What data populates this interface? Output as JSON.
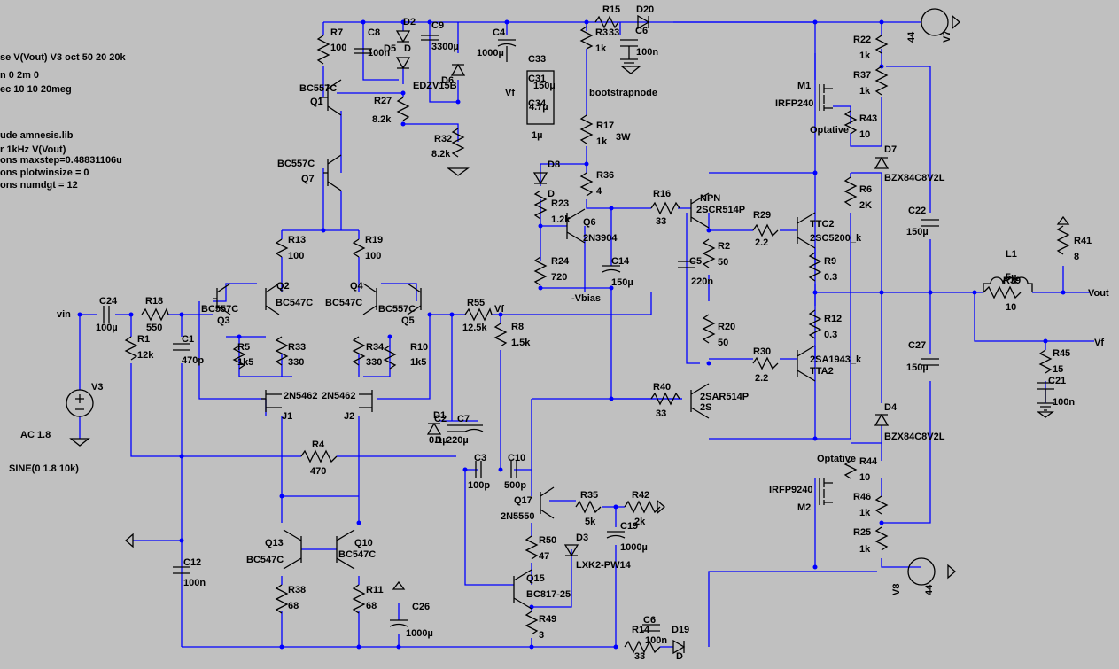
{
  "colors": {
    "background": "#c0c0c0",
    "wire": "#0000ff",
    "component": "#000000"
  },
  "directives": [
    "se V(Vout) V3 oct 50 20 20k",
    "n 0 2m 0",
    "ec 10 10 20meg",
    "ude amnesis.lib",
    "r 1kHz V(Vout)",
    "ons maxstep=0.48831106u",
    "ons plotwinsize = 0",
    "ons numdgt = 12"
  ],
  "labels": [
    {
      "id": "r7",
      "text": "R7"
    },
    {
      "id": "r7v",
      "text": "100"
    },
    {
      "id": "c8",
      "text": "C8"
    },
    {
      "id": "c8v",
      "text": "100n"
    },
    {
      "id": "d2",
      "text": "D2"
    },
    {
      "id": "d5",
      "text": "D5"
    },
    {
      "id": "d5v",
      "text": "D"
    },
    {
      "id": "c9",
      "text": "C9"
    },
    {
      "id": "c9v",
      "text": "3300µ"
    },
    {
      "id": "d6",
      "text": "D6"
    },
    {
      "id": "d6v",
      "text": "EDZV15B"
    },
    {
      "id": "c4",
      "text": "C4"
    },
    {
      "id": "c4v",
      "text": "1000µ"
    },
    {
      "id": "r15",
      "text": "R15"
    },
    {
      "id": "d20",
      "text": "D20"
    },
    {
      "id": "r3",
      "text": "R3"
    },
    {
      "id": "r3n",
      "text": "33"
    },
    {
      "id": "r3v",
      "text": "1k"
    },
    {
      "id": "c6",
      "text": "C6"
    },
    {
      "id": "c6v",
      "text": "100n"
    },
    {
      "id": "c33",
      "text": "C33"
    },
    {
      "id": "c31",
      "text": "C31"
    },
    {
      "id": "c31v",
      "text": "150µ"
    },
    {
      "id": "c34",
      "text": "C34"
    },
    {
      "id": "c34v",
      "text": "1µ"
    },
    {
      "id": "c33v",
      "text": "4.7µ"
    },
    {
      "id": "vf1",
      "text": "Vf"
    },
    {
      "id": "boot",
      "text": "bootstrapnode"
    },
    {
      "id": "bc557c1",
      "text": "BC557C"
    },
    {
      "id": "q1",
      "text": "Q1"
    },
    {
      "id": "r27",
      "text": "R27"
    },
    {
      "id": "r27v",
      "text": "8.2k"
    },
    {
      "id": "r32",
      "text": "R32"
    },
    {
      "id": "r32v",
      "text": "8.2k"
    },
    {
      "id": "r17",
      "text": "R17"
    },
    {
      "id": "r17v",
      "text": "1k"
    },
    {
      "id": "w3",
      "text": "3W"
    },
    {
      "id": "bc557c7",
      "text": "BC557C"
    },
    {
      "id": "q7",
      "text": "Q7"
    },
    {
      "id": "d8",
      "text": "D8"
    },
    {
      "id": "d8v",
      "text": "D"
    },
    {
      "id": "r36",
      "text": "R36"
    },
    {
      "id": "r36v",
      "text": "4"
    },
    {
      "id": "r23",
      "text": "R23"
    },
    {
      "id": "r23v",
      "text": "1.2k"
    },
    {
      "id": "q6",
      "text": "Q6"
    },
    {
      "id": "q6v",
      "text": "2N3904"
    },
    {
      "id": "r24",
      "text": "R24"
    },
    {
      "id": "r24v",
      "text": "720"
    },
    {
      "id": "c14",
      "text": "C14"
    },
    {
      "id": "c14v",
      "text": "150µ"
    },
    {
      "id": "vbias",
      "text": "-Vbias"
    },
    {
      "id": "r16",
      "text": "R16"
    },
    {
      "id": "r16v",
      "text": "33"
    },
    {
      "id": "npn",
      "text": "NPN"
    },
    {
      "id": "q2scr",
      "text": "2SCR514P"
    },
    {
      "id": "r2",
      "text": "R2"
    },
    {
      "id": "r2v",
      "text": "50"
    },
    {
      "id": "c5",
      "text": "C5"
    },
    {
      "id": "c5v",
      "text": "220n"
    },
    {
      "id": "r29",
      "text": "R29"
    },
    {
      "id": "r29v",
      "text": "2.2"
    },
    {
      "id": "ttc2",
      "text": "TTC2"
    },
    {
      "id": "ttc2v",
      "text": "2SC5200_k"
    },
    {
      "id": "r9",
      "text": "R9"
    },
    {
      "id": "r9v",
      "text": "0.3"
    },
    {
      "id": "r6",
      "text": "R6"
    },
    {
      "id": "r6v",
      "text": "2K"
    },
    {
      "id": "m1",
      "text": "M1"
    },
    {
      "id": "m1v",
      "text": "IRFP240"
    },
    {
      "id": "opt1",
      "text": "Optative"
    },
    {
      "id": "r43",
      "text": "R43"
    },
    {
      "id": "r43v",
      "text": "10"
    },
    {
      "id": "r22",
      "text": "R22"
    },
    {
      "id": "r22v",
      "text": "1k"
    },
    {
      "id": "r37",
      "text": "R37"
    },
    {
      "id": "r37v",
      "text": "1k"
    },
    {
      "id": "d7",
      "text": "D7"
    },
    {
      "id": "d7v",
      "text": "BZX84C8V2L"
    },
    {
      "id": "v7",
      "text": "V7"
    },
    {
      "id": "v7v",
      "text": "44"
    },
    {
      "id": "c22",
      "text": "C22"
    },
    {
      "id": "c22v",
      "text": "150µ"
    },
    {
      "id": "l1",
      "text": "L1"
    },
    {
      "id": "l1v",
      "text": "5µ"
    },
    {
      "id": "r39",
      "text": "R39"
    },
    {
      "id": "r39v",
      "text": "10"
    },
    {
      "id": "r41",
      "text": "R41"
    },
    {
      "id": "r41v",
      "text": "8"
    },
    {
      "id": "vout",
      "text": "Vout"
    },
    {
      "id": "vf3",
      "text": "Vf"
    },
    {
      "id": "r45",
      "text": "R45"
    },
    {
      "id": "r45v",
      "text": "15"
    },
    {
      "id": "c21",
      "text": "C21"
    },
    {
      "id": "c21v",
      "text": "100n"
    },
    {
      "id": "c27",
      "text": "C27"
    },
    {
      "id": "c27v",
      "text": "150µ"
    },
    {
      "id": "r13",
      "text": "R13"
    },
    {
      "id": "r13v",
      "text": "100"
    },
    {
      "id": "r19",
      "text": "R19"
    },
    {
      "id": "r19v",
      "text": "100"
    },
    {
      "id": "c24",
      "text": "C24"
    },
    {
      "id": "c24v",
      "text": "100µ"
    },
    {
      "id": "r18",
      "text": "R18"
    },
    {
      "id": "r18v",
      "text": "550"
    },
    {
      "id": "vin",
      "text": "vin"
    },
    {
      "id": "r1",
      "text": "R1"
    },
    {
      "id": "r1v",
      "text": "12k"
    },
    {
      "id": "c1",
      "text": "C1"
    },
    {
      "id": "c1v",
      "text": "470p"
    },
    {
      "id": "bc557c3",
      "text": "BC557C"
    },
    {
      "id": "q3",
      "text": "Q3"
    },
    {
      "id": "q2",
      "text": "Q2"
    },
    {
      "id": "bc547c2",
      "text": "BC547C"
    },
    {
      "id": "r5",
      "text": "R5"
    },
    {
      "id": "r5v",
      "text": "1k5"
    },
    {
      "id": "r33",
      "text": "R33"
    },
    {
      "id": "r33v",
      "text": "330"
    },
    {
      "id": "q4",
      "text": "Q4"
    },
    {
      "id": "bc547c4",
      "text": "BC547C"
    },
    {
      "id": "bc557c5",
      "text": "BC557C"
    },
    {
      "id": "q5",
      "text": "Q5"
    },
    {
      "id": "r34",
      "text": "R34"
    },
    {
      "id": "r34v",
      "text": "330"
    },
    {
      "id": "r10",
      "text": "R10"
    },
    {
      "id": "r10v",
      "text": "1k5"
    },
    {
      "id": "r55",
      "text": "R55"
    },
    {
      "id": "r55v",
      "text": "12.5k"
    },
    {
      "id": "vf2",
      "text": "Vf"
    },
    {
      "id": "r8",
      "text": "R8"
    },
    {
      "id": "r8v",
      "text": "1.5k"
    },
    {
      "id": "v3",
      "text": "V3"
    },
    {
      "id": "ac",
      "text": "AC 1.8"
    },
    {
      "id": "sine",
      "text": "SINE(0 1.8 10k)"
    },
    {
      "id": "j1n",
      "text": "2N5462"
    },
    {
      "id": "j1",
      "text": "J1"
    },
    {
      "id": "j2n",
      "text": "2N5462"
    },
    {
      "id": "j2",
      "text": "J2"
    },
    {
      "id": "r4",
      "text": "R4"
    },
    {
      "id": "r4v",
      "text": "470"
    },
    {
      "id": "d1",
      "text": "D1"
    },
    {
      "id": "d1v",
      "text": "D"
    },
    {
      "id": "c2",
      "text": "C2"
    },
    {
      "id": "c2v",
      "text": "0.1µ"
    },
    {
      "id": "c7",
      "text": "C7"
    },
    {
      "id": "c7v",
      "text": "220µ"
    },
    {
      "id": "c3",
      "text": "C3"
    },
    {
      "id": "c3v",
      "text": "100p"
    },
    {
      "id": "c10",
      "text": "C10"
    },
    {
      "id": "c10v",
      "text": "500p"
    },
    {
      "id": "r40",
      "text": "R40"
    },
    {
      "id": "r40v",
      "text": "33"
    },
    {
      "id": "q2sar",
      "text": "2SAR514P"
    },
    {
      "id": "q2s",
      "text": "2S"
    },
    {
      "id": "r20",
      "text": "R20"
    },
    {
      "id": "r20v",
      "text": "50"
    },
    {
      "id": "r30",
      "text": "R30"
    },
    {
      "id": "r30v",
      "text": "2.2"
    },
    {
      "id": "r12",
      "text": "R12"
    },
    {
      "id": "r12v",
      "text": "0.3"
    },
    {
      "id": "tta2v",
      "text": "2SA1943_k"
    },
    {
      "id": "tta2",
      "text": "TTA2"
    },
    {
      "id": "d4",
      "text": "D4"
    },
    {
      "id": "d4v",
      "text": "BZX84C8V2L"
    },
    {
      "id": "opt2",
      "text": "Optative"
    },
    {
      "id": "r44",
      "text": "R44"
    },
    {
      "id": "r44v",
      "text": "10"
    },
    {
      "id": "m2v",
      "text": "IRFP9240"
    },
    {
      "id": "m2",
      "text": "M2"
    },
    {
      "id": "r46",
      "text": "R46"
    },
    {
      "id": "r46v",
      "text": "1k"
    },
    {
      "id": "r25",
      "text": "R25"
    },
    {
      "id": "r25v",
      "text": "1k"
    },
    {
      "id": "v8",
      "text": "V8"
    },
    {
      "id": "v8v",
      "text": "44"
    },
    {
      "id": "q17",
      "text": "Q17"
    },
    {
      "id": "q17v",
      "text": "2N5550"
    },
    {
      "id": "r35",
      "text": "R35"
    },
    {
      "id": "r35v",
      "text": "5k"
    },
    {
      "id": "r42",
      "text": "R42"
    },
    {
      "id": "r42v",
      "text": "2k"
    },
    {
      "id": "c19",
      "text": "C19"
    },
    {
      "id": "c19v",
      "text": "1000µ"
    },
    {
      "id": "r50",
      "text": "R50"
    },
    {
      "id": "r50v",
      "text": "47"
    },
    {
      "id": "d3",
      "text": "D3"
    },
    {
      "id": "d3v",
      "text": "LXK2-PW14"
    },
    {
      "id": "q15",
      "text": "Q15"
    },
    {
      "id": "q15v",
      "text": "BC817-25"
    },
    {
      "id": "r49",
      "text": "R49"
    },
    {
      "id": "r49v",
      "text": "3"
    },
    {
      "id": "c12",
      "text": "C12"
    },
    {
      "id": "c12v",
      "text": "100n"
    },
    {
      "id": "q13",
      "text": "Q13"
    },
    {
      "id": "bc547c13",
      "text": "BC547C"
    },
    {
      "id": "q10",
      "text": "Q10"
    },
    {
      "id": "bc547c10",
      "text": "BC547C"
    },
    {
      "id": "r38",
      "text": "R38"
    },
    {
      "id": "r38v",
      "text": "68"
    },
    {
      "id": "r11",
      "text": "R11"
    },
    {
      "id": "r11v",
      "text": "68"
    },
    {
      "id": "c26",
      "text": "C26"
    },
    {
      "id": "c26v",
      "text": "1000µ"
    },
    {
      "id": "c6b",
      "text": "C6"
    },
    {
      "id": "r14",
      "text": "R14"
    },
    {
      "id": "r14n",
      "text": "100n"
    },
    {
      "id": "r14v",
      "text": "33"
    },
    {
      "id": "d19",
      "text": "D19"
    },
    {
      "id": "d19v",
      "text": "D"
    }
  ]
}
